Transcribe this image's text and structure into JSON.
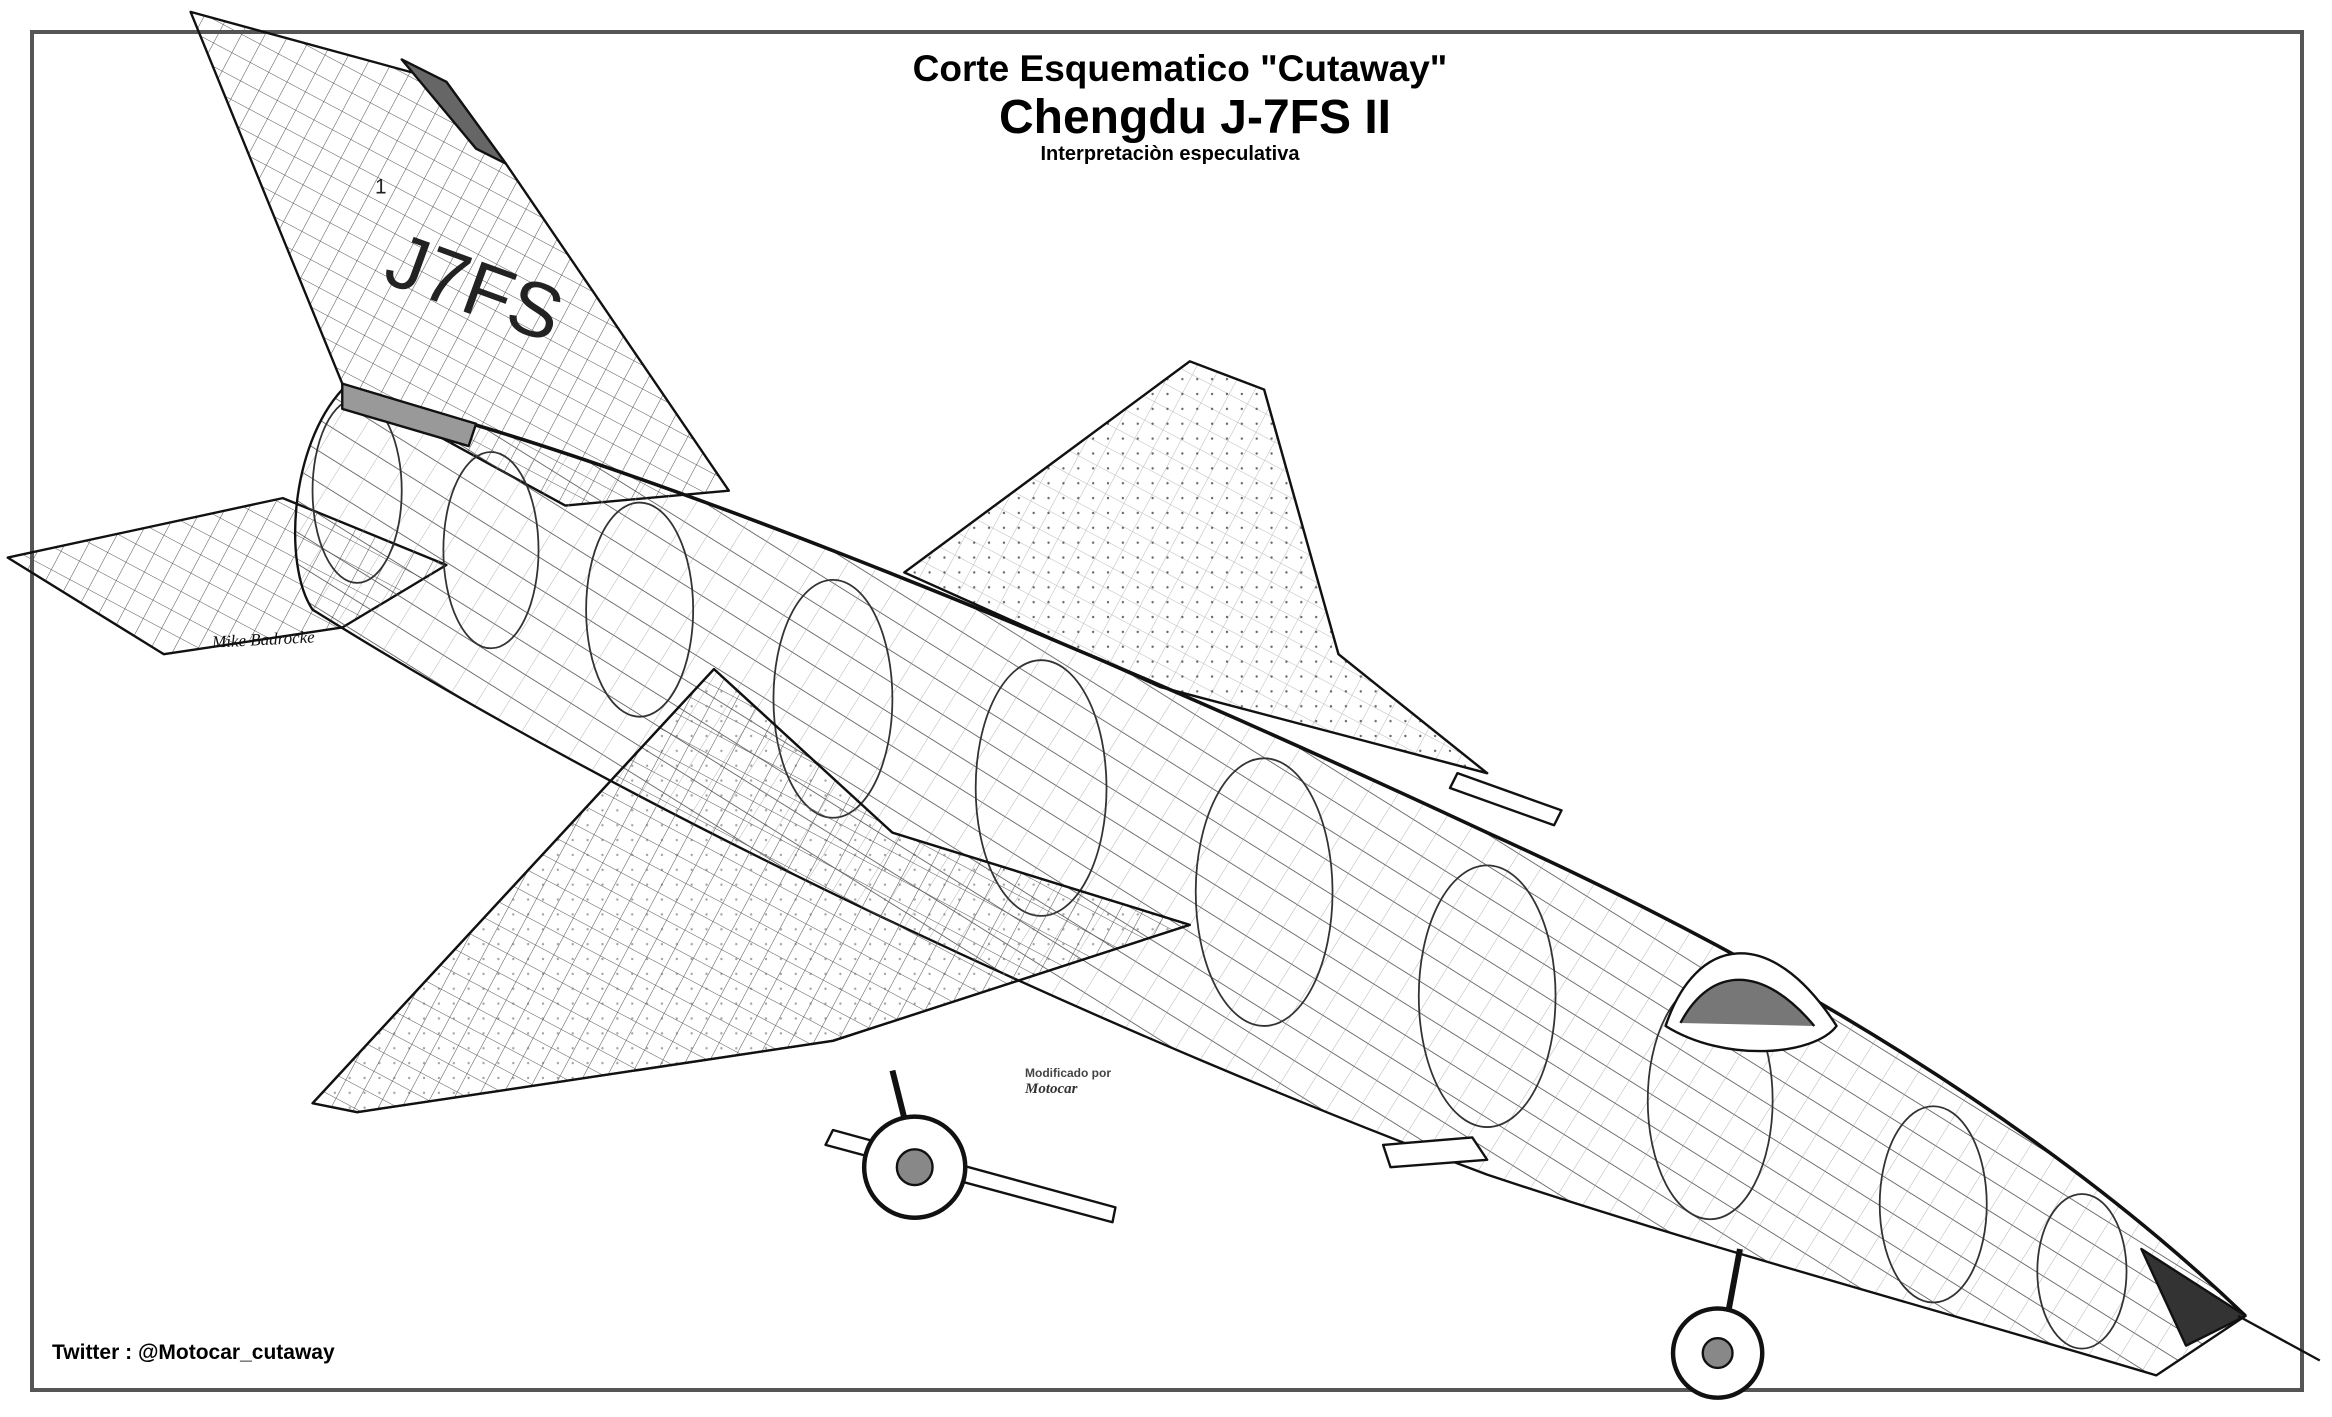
{
  "title": {
    "line1": "Corte Esquematico \"Cutaway\"",
    "line2": "Chengdu J-7FS II",
    "line3": "Interpretaciòn especulativa"
  },
  "credits": {
    "twitter": "Twitter :  @Motocar_cutaway",
    "modified_by_label": "Modificado por",
    "modified_by_name": "Motocar",
    "artist_signature": "Mike Badrocke"
  },
  "aircraft": {
    "fin_marking": "J7FS",
    "fin_number": "1"
  },
  "colors": {
    "ink": "#111111",
    "frame": "#555555",
    "background": "#ffffff"
  }
}
